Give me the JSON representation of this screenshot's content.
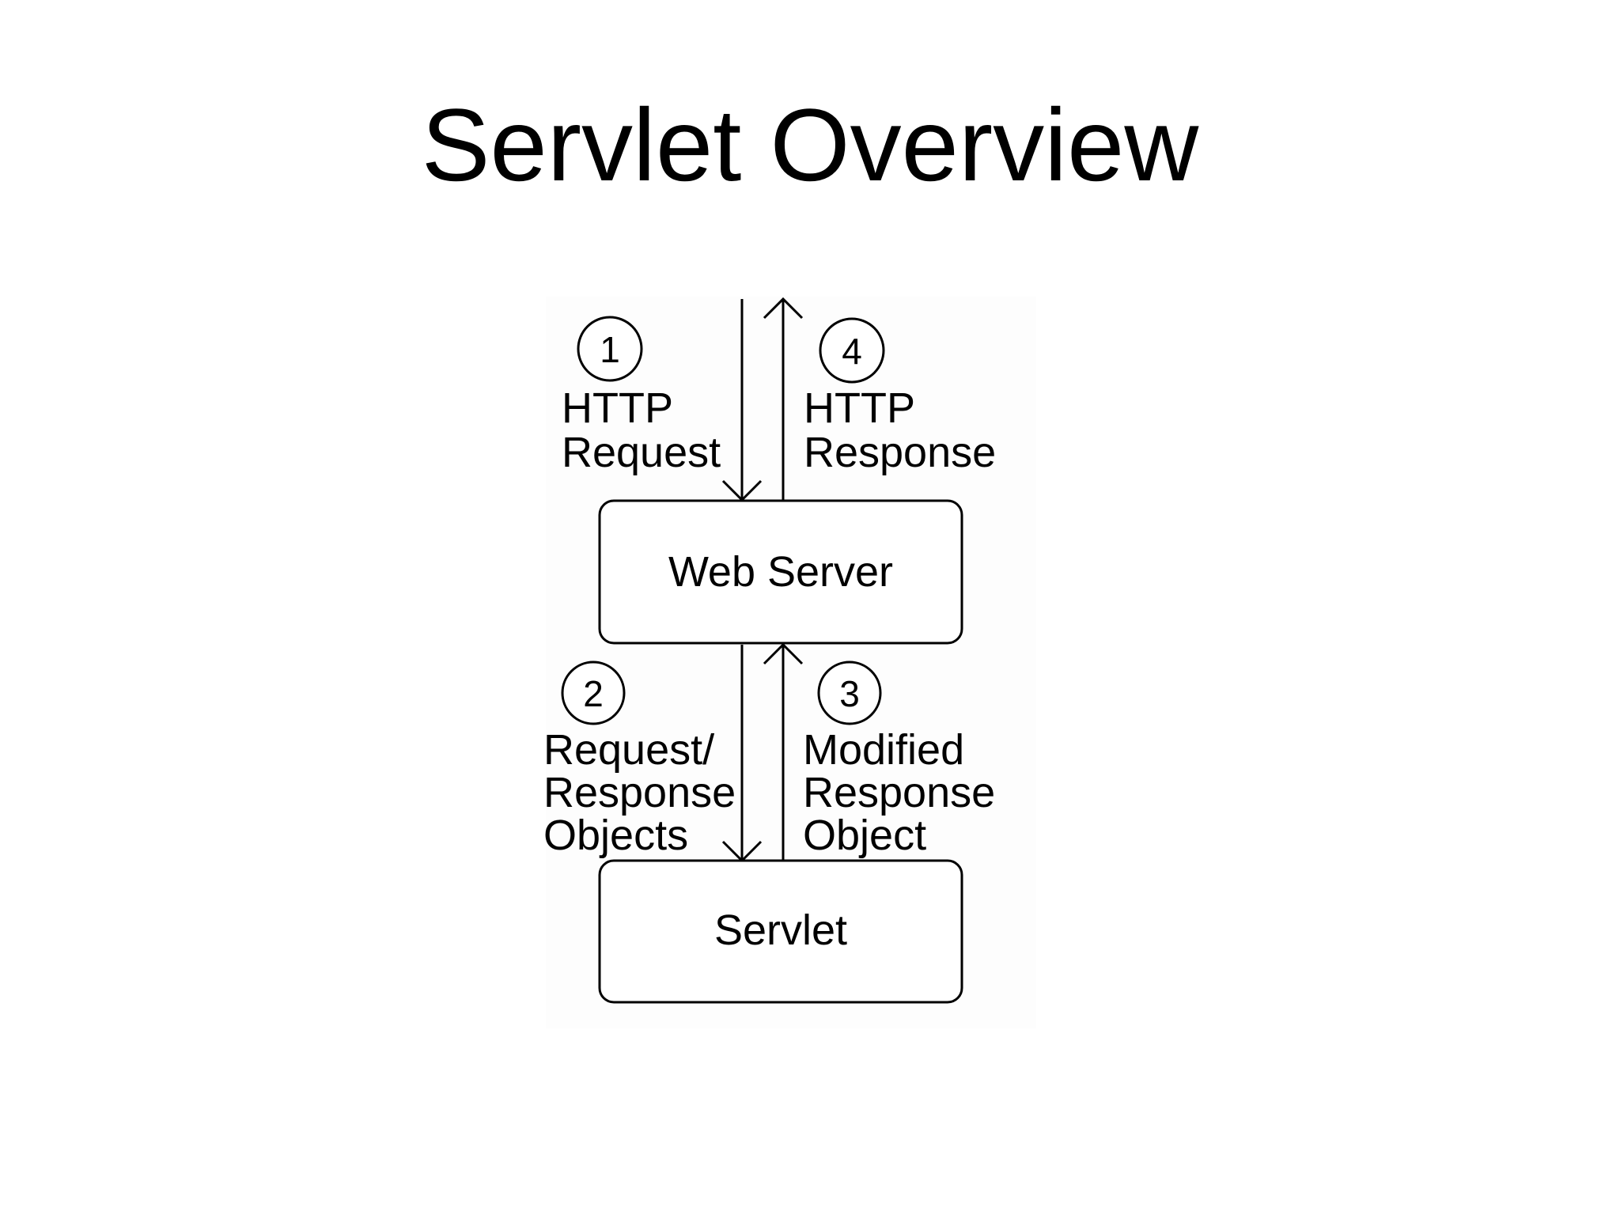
{
  "slide": {
    "title": "Servlet Overview"
  },
  "colors": {
    "ink": "#000000",
    "background": "#ffffff",
    "image_background": "#fdfdfd"
  },
  "diagram": {
    "web_server": {
      "label": "Web Server"
    },
    "servlet": {
      "label": "Servlet"
    },
    "steps": [
      {
        "number": "1",
        "lines": [
          "HTTP",
          "Request"
        ]
      },
      {
        "number": "2",
        "lines": [
          "Request/",
          "Response",
          "Objects"
        ]
      },
      {
        "number": "3",
        "lines": [
          "Modified",
          "Response",
          "Object"
        ]
      },
      {
        "number": "4",
        "lines": [
          "HTTP",
          "Response"
        ]
      }
    ]
  }
}
